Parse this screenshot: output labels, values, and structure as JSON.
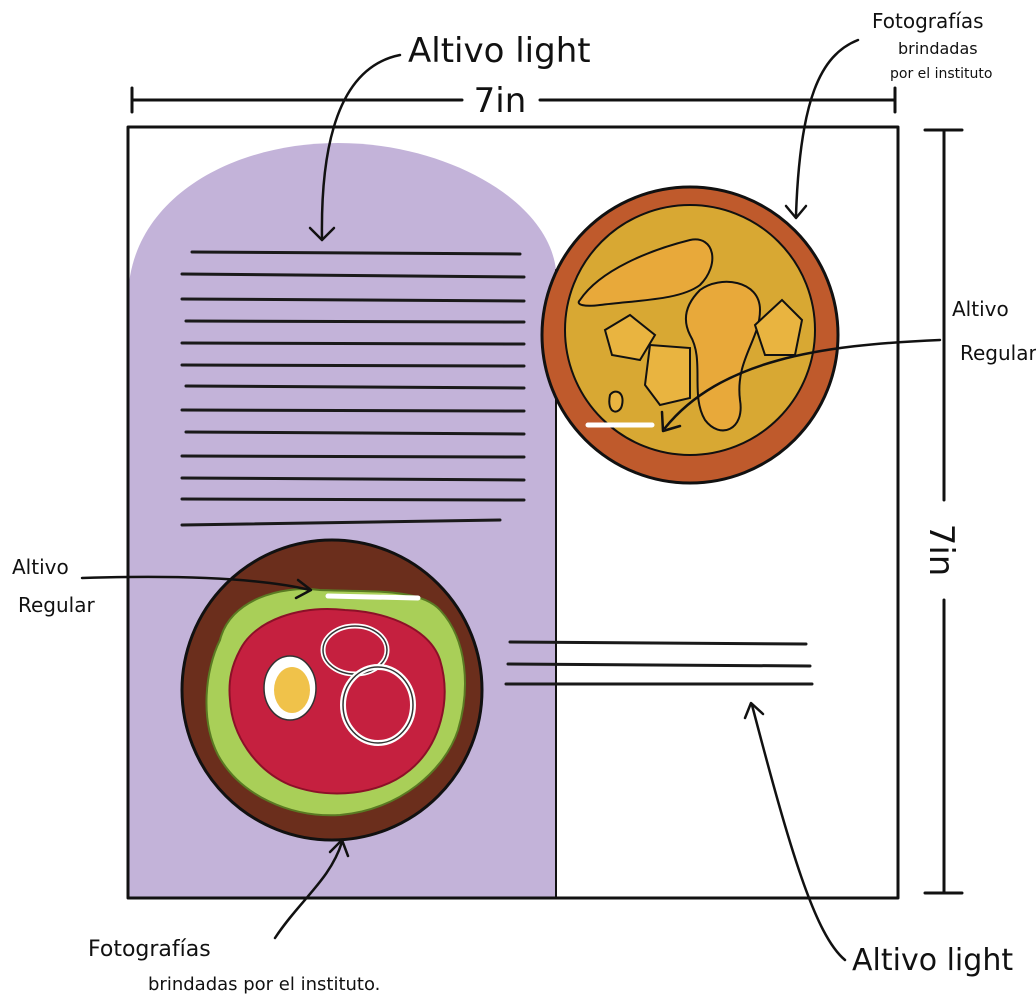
{
  "annotations": {
    "top_left": "Altivo light",
    "top_right": [
      "Fotografías",
      "brindadas",
      "por el instituto"
    ],
    "right_mid": [
      "Altivo",
      "Regular"
    ],
    "left_mid": [
      "Altivo",
      "Regular"
    ],
    "bottom_left": [
      "Fotografías",
      "brindadas por el instituto."
    ],
    "bottom_right": "Altivo light"
  },
  "dimensions": {
    "width": "7in",
    "height": "7in"
  },
  "colors": {
    "arch_fill": "#c3b3d9",
    "ink": "#111111",
    "plate_rim": "#bf5a2c",
    "curry": "#d8a833",
    "salad_plate": "#6b2e1c",
    "lettuce": "#a9cf58",
    "beet": "#c5203f"
  },
  "icons": [
    "curry-plate-illustration",
    "salad-plate-illustration"
  ]
}
